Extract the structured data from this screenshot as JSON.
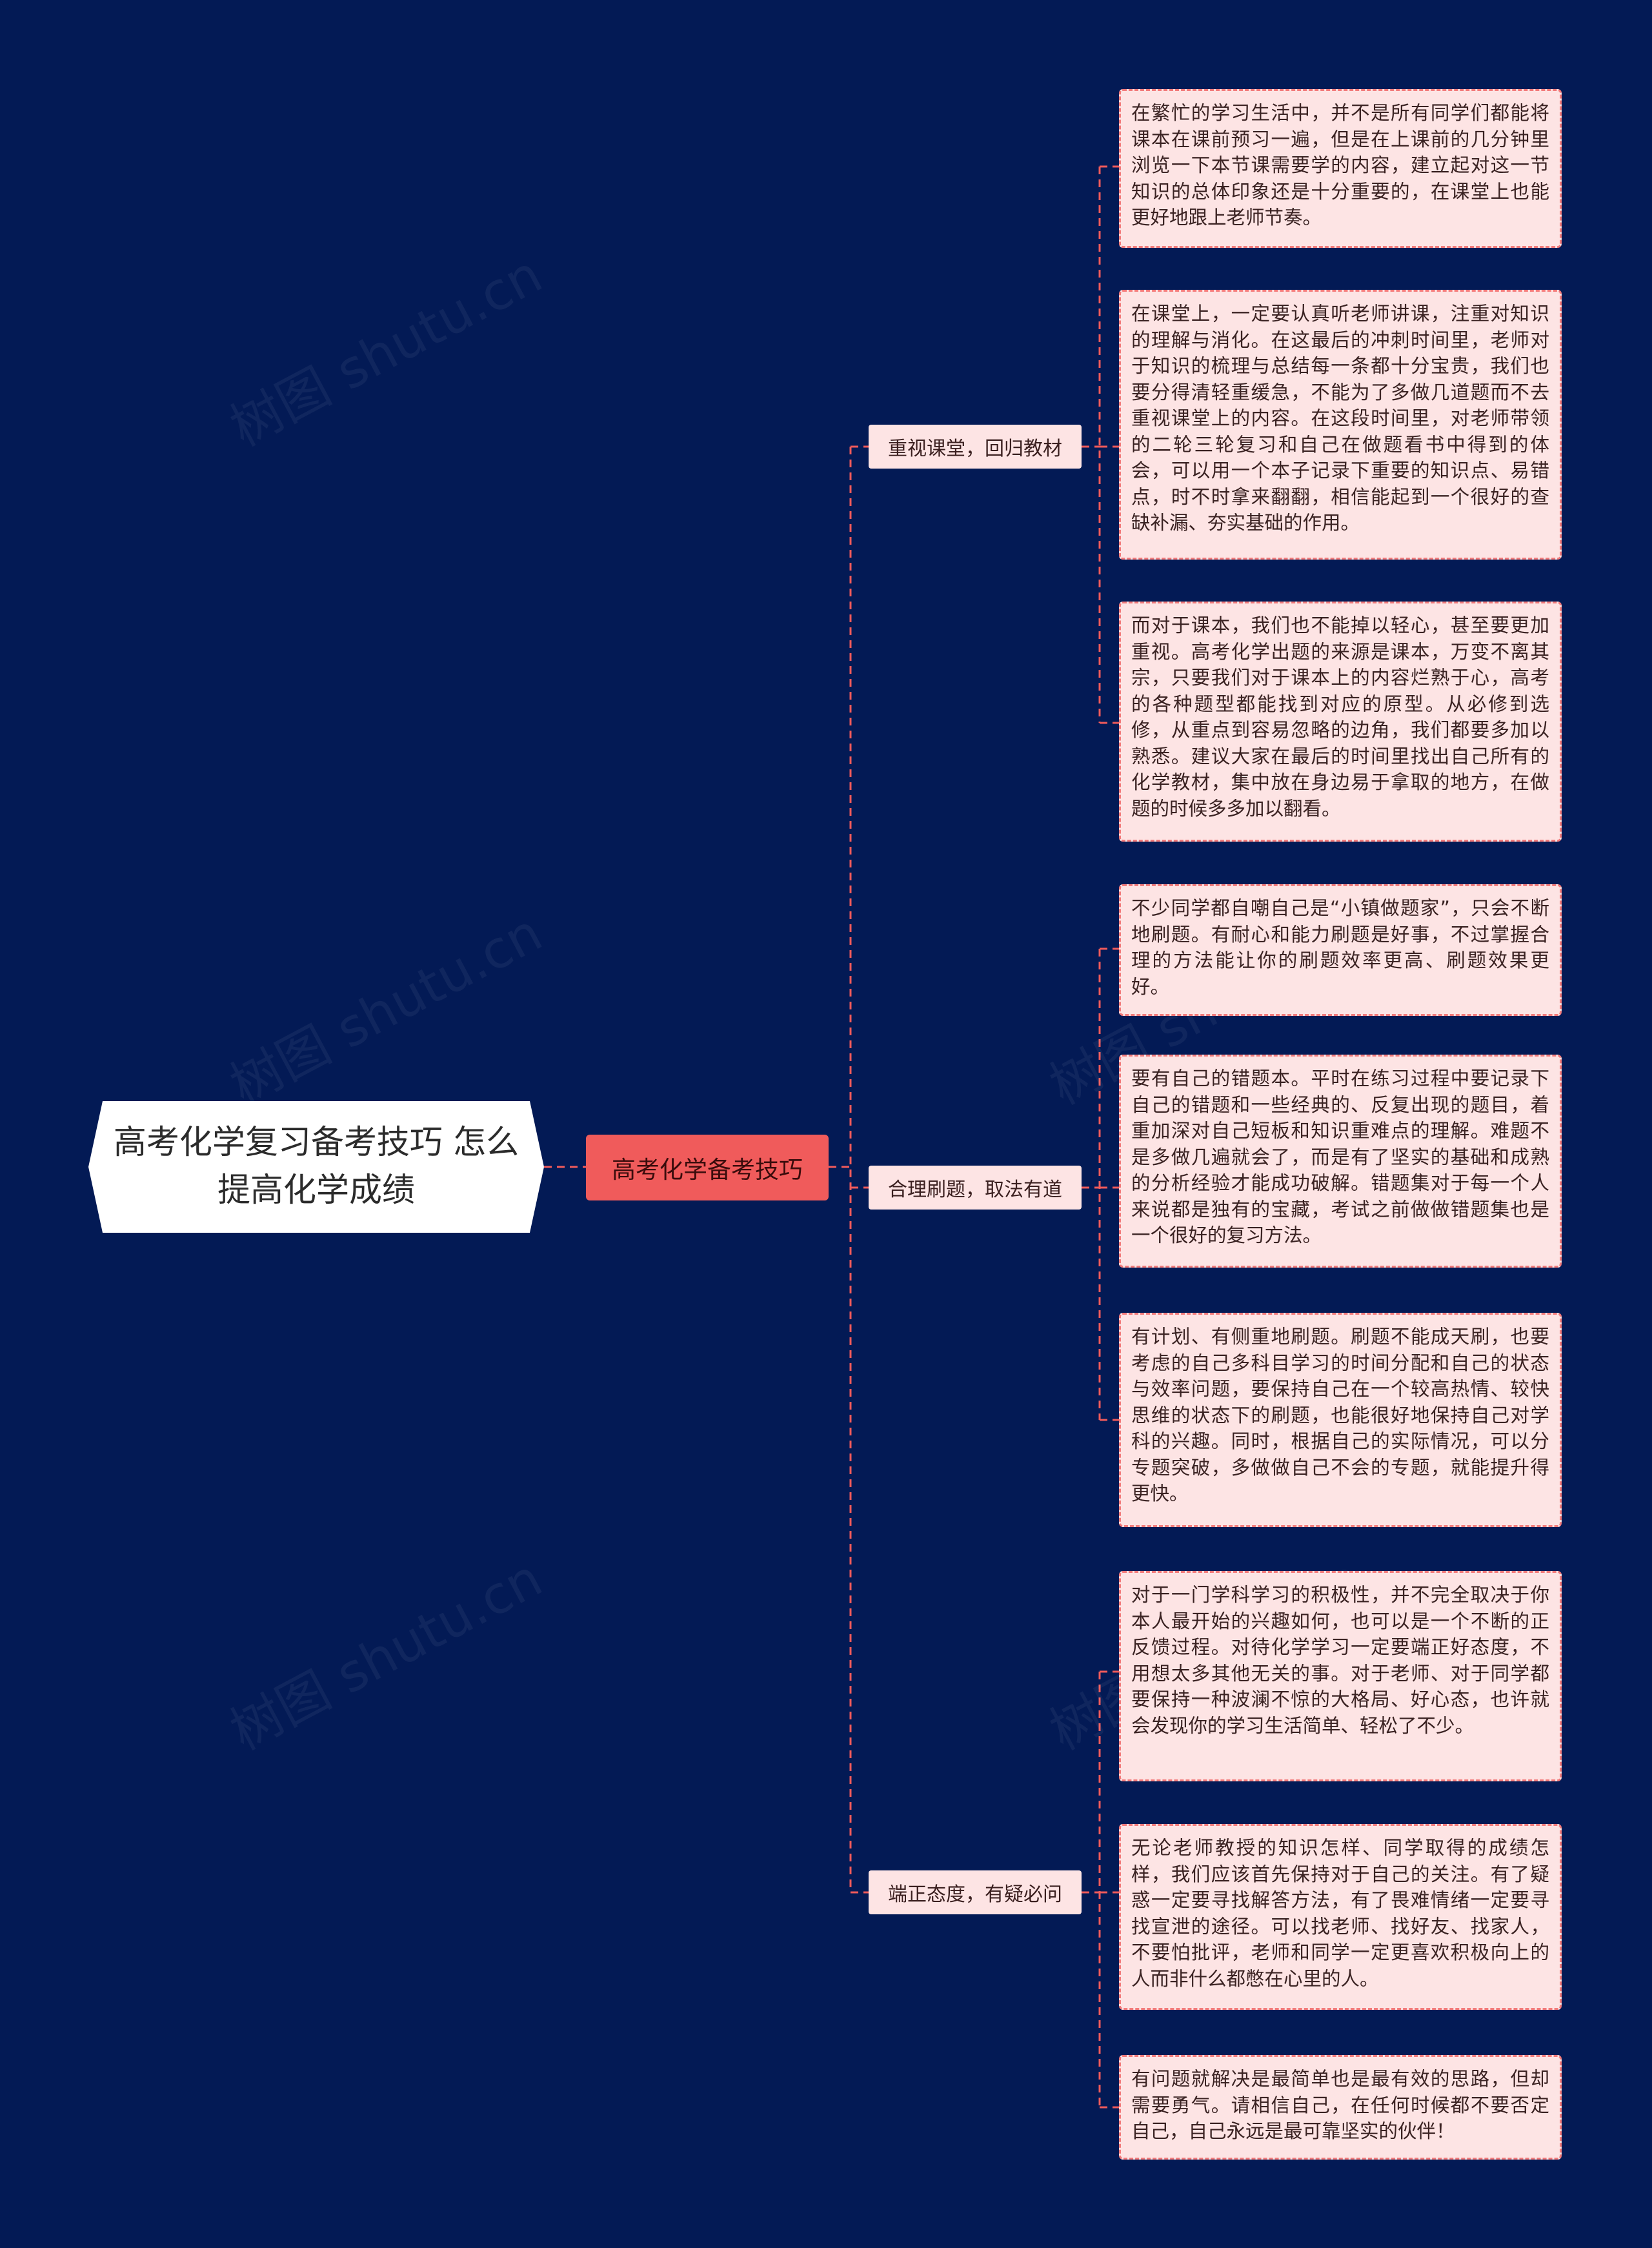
{
  "root": {
    "title": "高考化学复习备考技巧 怎么提高化学成绩"
  },
  "hub": {
    "label": "高考化学备考技巧"
  },
  "branches": [
    {
      "label": "重视课堂，回归教材",
      "leaves": [
        "在繁忙的学习生活中，并不是所有同学们都能将课本在课前预习一遍，但是在上课前的几分钟里浏览一下本节课需要学的内容，建立起对这一节知识的总体印象还是十分重要的，在课堂上也能更好地跟上老师节奏。",
        "在课堂上，一定要认真听老师讲课，注重对知识的理解与消化。在这最后的冲刺时间里，老师对于知识的梳理与总结每一条都十分宝贵，我们也要分得清轻重缓急，不能为了多做几道题而不去重视课堂上的内容。在这段时间里，对老师带领的二轮三轮复习和自己在做题看书中得到的体会，可以用一个本子记录下重要的知识点、易错点，时不时拿来翻翻，相信能起到一个很好的查缺补漏、夯实基础的作用。",
        "而对于课本，我们也不能掉以轻心，甚至要更加重视。高考化学出题的来源是课本，万变不离其宗，只要我们对于课本上的内容烂熟于心，高考的各种题型都能找到对应的原型。从必修到选修，从重点到容易忽略的边角，我们都要多加以熟悉。建议大家在最后的时间里找出自己所有的化学教材，集中放在身边易于拿取的地方，在做题的时候多多加以翻看。"
      ]
    },
    {
      "label": "合理刷题，取法有道",
      "leaves": [
        "不少同学都自嘲自己是“小镇做题家”，只会不断地刷题。有耐心和能力刷题是好事，不过掌握合理的方法能让你的刷题效率更高、刷题效果更好。",
        "要有自己的错题本。平时在练习过程中要记录下自己的错题和一些经典的、反复出现的题目，着重加深对自己短板和知识重难点的理解。难题不是多做几遍就会了，而是有了坚实的基础和成熟的分析经验才能成功破解。错题集对于每一个人来说都是独有的宝藏，考试之前做做错题集也是一个很好的复习方法。",
        "有计划、有侧重地刷题。刷题不能成天刷，也要考虑的自己多科目学习的时间分配和自己的状态与效率问题，要保持自己在一个较高热情、较快思维的状态下的刷题，也能很好地保持自己对学科的兴趣。同时，根据自己的实际情况，可以分专题突破，多做做自己不会的专题，就能提升得更快。"
      ]
    },
    {
      "label": "端正态度，有疑必问",
      "leaves": [
        "对于一门学科学习的积极性，并不完全取决于你本人最开始的兴趣如何，也可以是一个不断的正反馈过程。对待化学学习一定要端正好态度，不用想太多其他无关的事。对于老师、对于同学都要保持一种波澜不惊的大格局、好心态，也许就会发现你的学习生活简单、轻松了不少。",
        "无论老师教授的知识怎样、同学取得的成绩怎样，我们应该首先保持对于自己的关注。有了疑惑一定要寻找解答方法，有了畏难情绪一定要寻找宣泄的途径。可以找老师、找好友、找家人，不要怕批评，老师和同学一定更喜欢积极向上的人而非什么都憋在心里的人。",
        "有问题就解决是最简单也是最有效的思路，但却需要勇气。请相信自己，在任何时候都不要否定自己，自己永远是最可靠坚实的伙伴！"
      ]
    }
  ],
  "watermark": "树图 shutu.cn",
  "colors": {
    "background": "#031A55",
    "hub": "#F05B5B",
    "node_fill": "#FDE4E4",
    "connector": "#F05B5B"
  }
}
